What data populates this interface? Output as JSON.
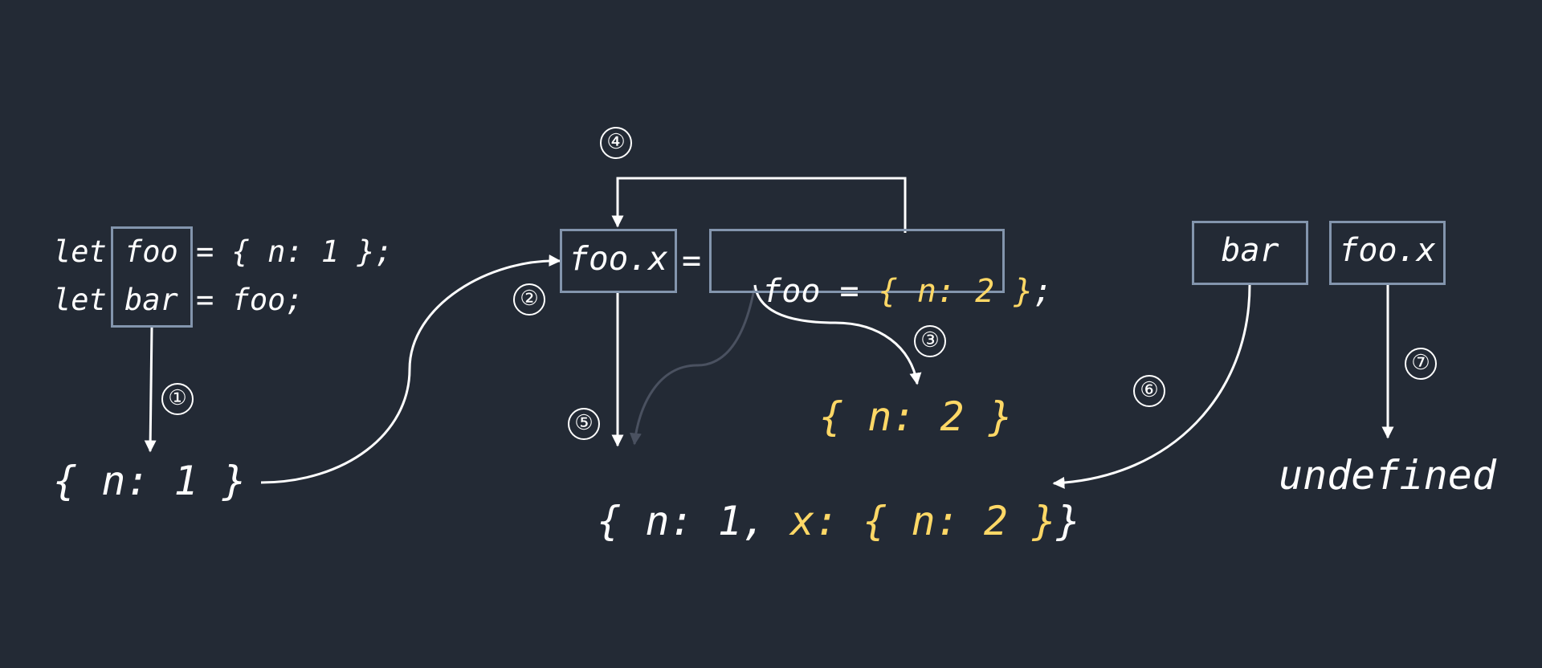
{
  "colors": {
    "background": "#232a35",
    "text": "#ffffff",
    "highlight": "#ffd866",
    "box_border": "#8395ad",
    "faded_arrow": "#4a5160"
  },
  "code": {
    "line1_let": "let",
    "line1_var": "foo",
    "line1_rest": "= { n: 1 };",
    "line2_let": "let",
    "line2_var": "bar",
    "line2_rest": "= foo;"
  },
  "objects": {
    "obj1": "{ n: 1 }",
    "obj_main_prefix": "{ n: 1, ",
    "obj_main_x": "x: { n: 2 }",
    "obj_main_suffix": "}",
    "obj2": "{ n: 2 }",
    "undefined": "undefined"
  },
  "assignment": {
    "lhs": "foo.x",
    "eq": "=",
    "rhs_foo": "foo = ",
    "rhs_obj": "{ n: 2 }",
    "rhs_semicolon": ";"
  },
  "right_boxes": {
    "bar": "bar",
    "foo_x": "foo.x"
  },
  "steps": [
    "①",
    "②",
    "③",
    "④",
    "⑤",
    "⑥",
    "⑦"
  ]
}
